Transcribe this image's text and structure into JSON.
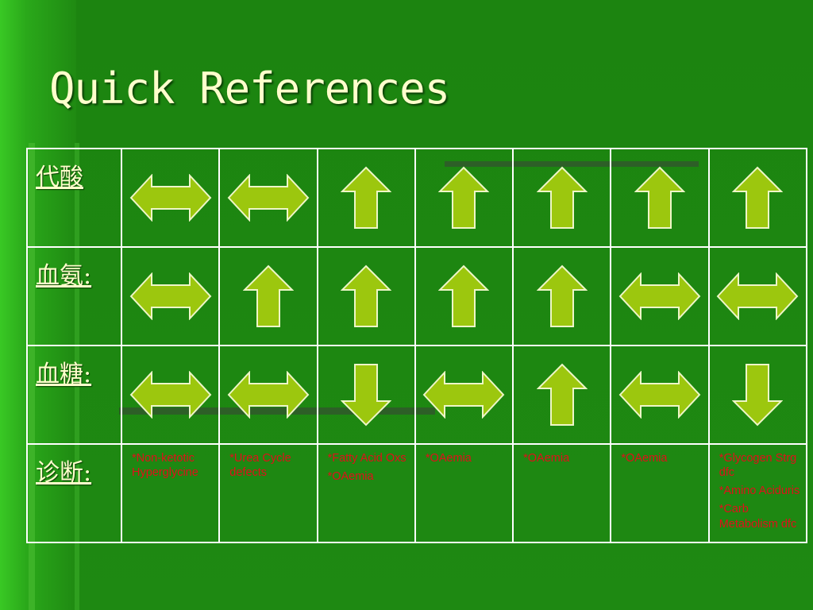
{
  "title": "Quick References",
  "colors": {
    "arrow_fill": "#9cc70e",
    "arrow_stroke": "#eef6c8",
    "diag_text": "#e0101a",
    "title_text": "#ffffcc"
  },
  "rows": [
    {
      "label": "代酸",
      "cells": [
        "horizontal",
        "horizontal",
        "up",
        "up",
        "up",
        "up",
        "up"
      ]
    },
    {
      "label": "血氨:",
      "cells": [
        "horizontal",
        "up",
        "up",
        "up",
        "up",
        "horizontal",
        "horizontal"
      ]
    },
    {
      "label": "血糖:",
      "cells": [
        "horizontal",
        "horizontal",
        "down",
        "horizontal",
        "up",
        "horizontal",
        "down"
      ]
    }
  ],
  "diagnosis": {
    "label": "诊断:",
    "cells": [
      [
        "*Non-ketotic Hyperglycine"
      ],
      [
        "*Urea Cycle defects"
      ],
      [
        "*Fatty Acid Oxs",
        "*OAemia"
      ],
      [
        "*OAemia"
      ],
      [
        "*OAemia"
      ],
      [
        "*OAemia"
      ],
      [
        "*Glycogen Strg dfc",
        "*Amino Aciduris",
        "*Carb Metabolism dfc"
      ]
    ]
  }
}
